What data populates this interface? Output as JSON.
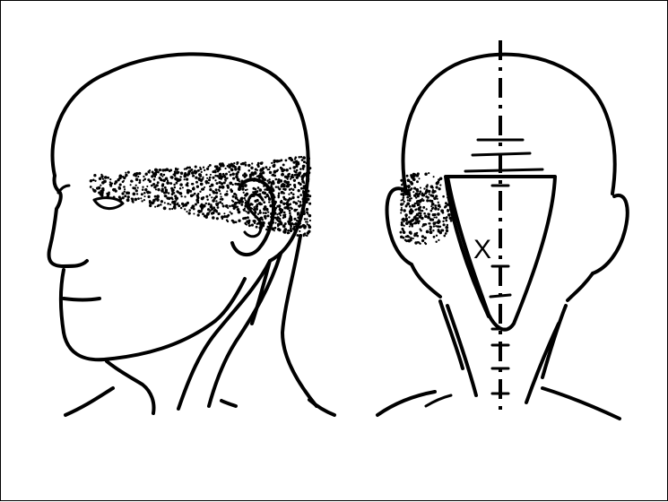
{
  "figure": {
    "left_view": "lateral-head-view",
    "right_view": "posterior-head-view",
    "marker_label": "X",
    "colors": {
      "ink": "#000000",
      "background": "#ffffff"
    }
  }
}
